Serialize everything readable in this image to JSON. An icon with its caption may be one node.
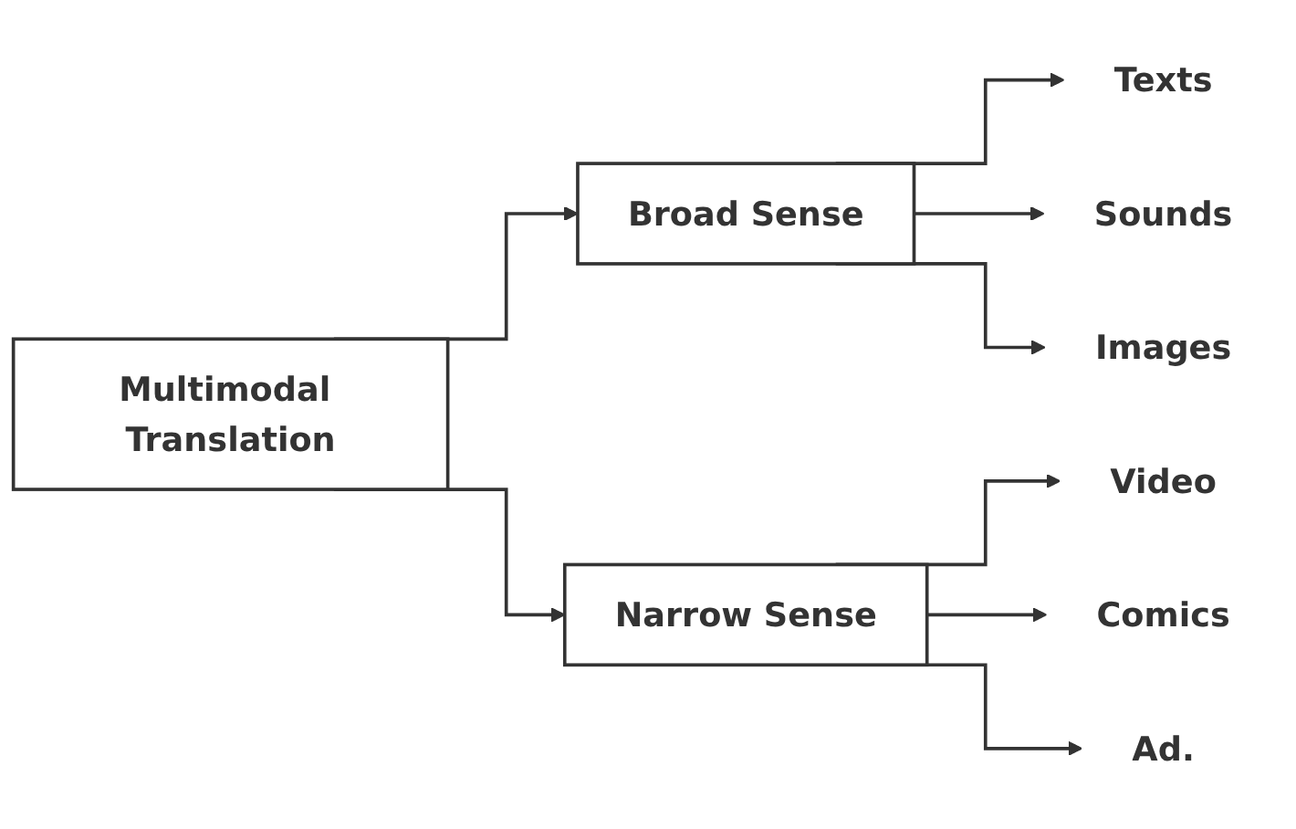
{
  "diagram": {
    "nodes": [
      {
        "text": [
          "Multimodal Translation"
        ]
      },
      {
        "text": [
          "Broad Sense"
        ]
      },
      {
        "text": [
          "Narrow Sense"
        ]
      },
      {
        "text": [
          "Texts"
        ]
      },
      {
        "text": [
          "Sounds"
        ]
      },
      {
        "text": [
          "Images"
        ]
      },
      {
        "text": [
          "Video"
        ]
      },
      {
        "text": [
          "Comics"
        ]
      },
      {
        "text": [
          "Ad."
        ]
      }
    ],
    "edges": [
      {
        "from": 0,
        "to": 1,
        "arrow": "to"
      },
      {
        "from": 0,
        "to": 2,
        "arrow": "to"
      },
      {
        "from": 1,
        "to": 3,
        "arrow": "to"
      },
      {
        "from": 1,
        "to": 4,
        "arrow": "to"
      },
      {
        "from": 1,
        "to": 5,
        "arrow": "to"
      },
      {
        "from": 2,
        "to": 6,
        "arrow": "to"
      },
      {
        "from": 2,
        "to": 7,
        "arrow": "to"
      },
      {
        "from": 2,
        "to": 8,
        "arrow": "to"
      }
    ]
  }
}
